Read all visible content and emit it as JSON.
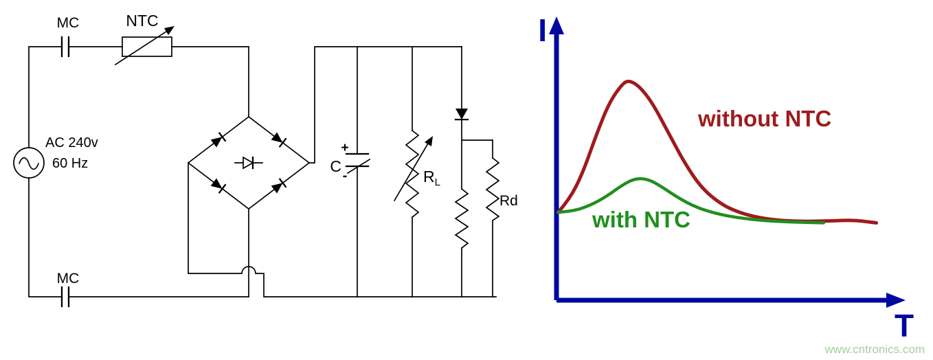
{
  "figure": {
    "background": "#FFFFFF"
  },
  "circuit": {
    "line_color": "#000000",
    "labels": {
      "mc_top": "MC",
      "ntc": "NTC",
      "ac_source_line1": "AC 240v",
      "ac_source_line2": "60 Hz",
      "cap_plus": "+",
      "cap_name": "C",
      "cap_minus": "-",
      "load_resistor_main": "R",
      "load_resistor_sub": "L",
      "rd": "Rd",
      "mc_bottom": "MC"
    }
  },
  "graph": {
    "axis_color": "#0008A0",
    "y_axis_label": "I",
    "x_axis_label": "T",
    "annotations": [
      {
        "text": "without NTC",
        "color": "#9E1B1E"
      },
      {
        "text": "with NTC",
        "color": "#1F8F1F"
      }
    ]
  },
  "watermark": {
    "text": "www.cntronics.com",
    "color": "#A3CF9E"
  },
  "chart_data": {
    "type": "line",
    "xlabel": "T",
    "ylabel": "I",
    "x_range": [
      0,
      10
    ],
    "y_range": [
      0,
      1.1
    ],
    "grid": false,
    "tick_labels": "none shown",
    "legend_position": "inline annotations on curves",
    "series": [
      {
        "name": "without NTC",
        "color": "#9E1B1E",
        "points": [
          [
            0.05,
            0.4
          ],
          [
            0.4,
            0.46
          ],
          [
            0.8,
            0.58
          ],
          [
            1.2,
            0.75
          ],
          [
            1.6,
            0.9
          ],
          [
            2.0,
            0.985
          ],
          [
            2.2,
            1.0
          ],
          [
            2.5,
            0.975
          ],
          [
            2.9,
            0.9
          ],
          [
            3.4,
            0.76
          ],
          [
            3.9,
            0.62
          ],
          [
            4.4,
            0.51
          ],
          [
            5.0,
            0.435
          ],
          [
            5.6,
            0.395
          ],
          [
            6.3,
            0.37
          ],
          [
            7.2,
            0.358
          ],
          [
            8.2,
            0.36
          ],
          [
            9.0,
            0.365
          ],
          [
            9.7,
            0.352
          ]
        ]
      },
      {
        "name": "with NTC",
        "color": "#1F8F1F",
        "points": [
          [
            0.05,
            0.4
          ],
          [
            0.5,
            0.405
          ],
          [
            1.0,
            0.43
          ],
          [
            1.5,
            0.47
          ],
          [
            2.0,
            0.525
          ],
          [
            2.4,
            0.555
          ],
          [
            2.8,
            0.55
          ],
          [
            3.2,
            0.515
          ],
          [
            3.7,
            0.465
          ],
          [
            4.2,
            0.425
          ],
          [
            4.8,
            0.395
          ],
          [
            5.5,
            0.375
          ],
          [
            6.3,
            0.362
          ],
          [
            7.2,
            0.355
          ],
          [
            8.1,
            0.352
          ]
        ]
      }
    ]
  }
}
